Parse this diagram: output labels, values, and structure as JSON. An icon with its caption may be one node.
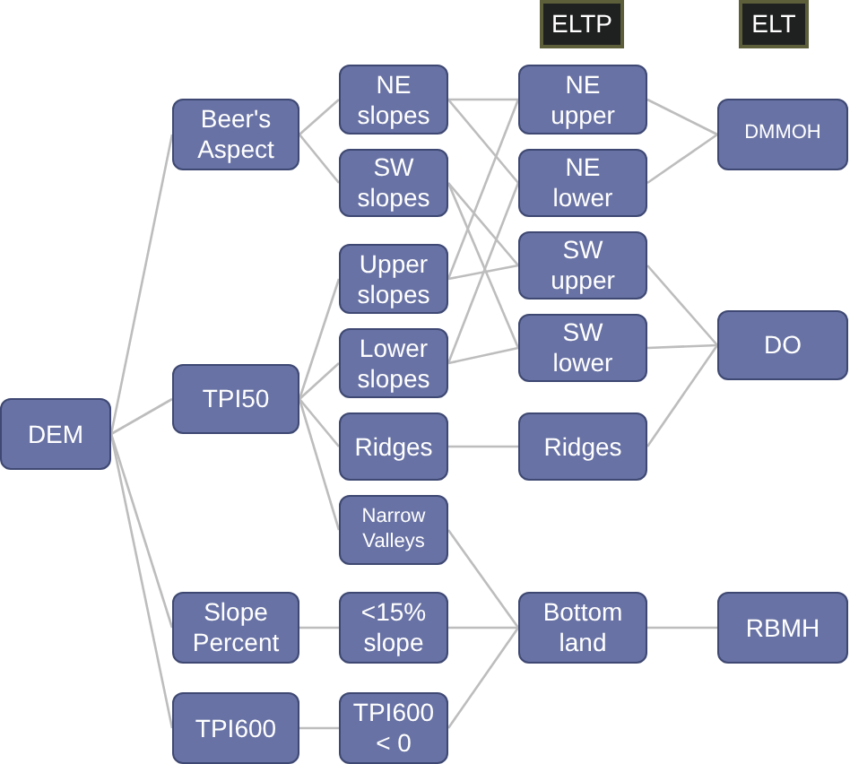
{
  "diagram": {
    "nodes": [
      {
        "text": [
          "ELTP"
        ]
      },
      {
        "text": [
          "ELT"
        ]
      },
      {
        "text": [
          "DEM"
        ]
      },
      {
        "text": [
          "Beer's Aspect"
        ]
      },
      {
        "text": [
          "TPI50"
        ]
      },
      {
        "text": [
          "Slope Percent"
        ]
      },
      {
        "text": [
          "TPI600"
        ]
      },
      {
        "text": [
          "NE slopes"
        ]
      },
      {
        "text": [
          "SW slopes"
        ]
      },
      {
        "text": [
          "Upper slopes"
        ]
      },
      {
        "text": [
          "Lower slopes"
        ]
      },
      {
        "text": [
          "Ridges"
        ]
      },
      {
        "text": [
          "Narrow Valleys"
        ]
      },
      {
        "text": [
          "<15% slope"
        ]
      },
      {
        "text": [
          "TPI600 < 0"
        ]
      },
      {
        "text": [
          "NE upper"
        ]
      },
      {
        "text": [
          "NE lower"
        ]
      },
      {
        "text": [
          "SW upper"
        ]
      },
      {
        "text": [
          "SW lower"
        ]
      },
      {
        "text": [
          "Ridges"
        ]
      },
      {
        "text": [
          "Bottom land"
        ]
      },
      {
        "text": [
          "DMMOH"
        ]
      },
      {
        "text": [
          "DO"
        ]
      },
      {
        "text": [
          "RBMH"
        ]
      }
    ],
    "edges": [
      {
        "from": 2,
        "to": 3,
        "arrow": "none"
      },
      {
        "from": 2,
        "to": 4,
        "arrow": "none"
      },
      {
        "from": 2,
        "to": 5,
        "arrow": "none"
      },
      {
        "from": 2,
        "to": 6,
        "arrow": "none"
      },
      {
        "from": 3,
        "to": 7,
        "arrow": "none"
      },
      {
        "from": 3,
        "to": 8,
        "arrow": "none"
      },
      {
        "from": 4,
        "to": 9,
        "arrow": "none"
      },
      {
        "from": 4,
        "to": 10,
        "arrow": "none"
      },
      {
        "from": 4,
        "to": 11,
        "arrow": "none"
      },
      {
        "from": 4,
        "to": 12,
        "arrow": "none"
      },
      {
        "from": 5,
        "to": 13,
        "arrow": "none"
      },
      {
        "from": 6,
        "to": 14,
        "arrow": "none"
      },
      {
        "from": 7,
        "to": 15,
        "arrow": "none"
      },
      {
        "from": 7,
        "to": 16,
        "arrow": "none"
      },
      {
        "from": 8,
        "to": 17,
        "arrow": "none"
      },
      {
        "from": 8,
        "to": 18,
        "arrow": "none"
      },
      {
        "from": 9,
        "to": 15,
        "arrow": "none"
      },
      {
        "from": 9,
        "to": 17,
        "arrow": "none"
      },
      {
        "from": 10,
        "to": 16,
        "arrow": "none"
      },
      {
        "from": 10,
        "to": 18,
        "arrow": "none"
      },
      {
        "from": 11,
        "to": 19,
        "arrow": "none"
      },
      {
        "from": 12,
        "to": 20,
        "arrow": "none"
      },
      {
        "from": 13,
        "to": 20,
        "arrow": "none"
      },
      {
        "from": 14,
        "to": 20,
        "arrow": "none"
      },
      {
        "from": 15,
        "to": 21,
        "arrow": "none"
      },
      {
        "from": 16,
        "to": 21,
        "arrow": "none"
      },
      {
        "from": 17,
        "to": 22,
        "arrow": "none"
      },
      {
        "from": 18,
        "to": 22,
        "arrow": "none"
      },
      {
        "from": 19,
        "to": 22,
        "arrow": "none"
      },
      {
        "from": 20,
        "to": 23,
        "arrow": "none"
      }
    ]
  }
}
